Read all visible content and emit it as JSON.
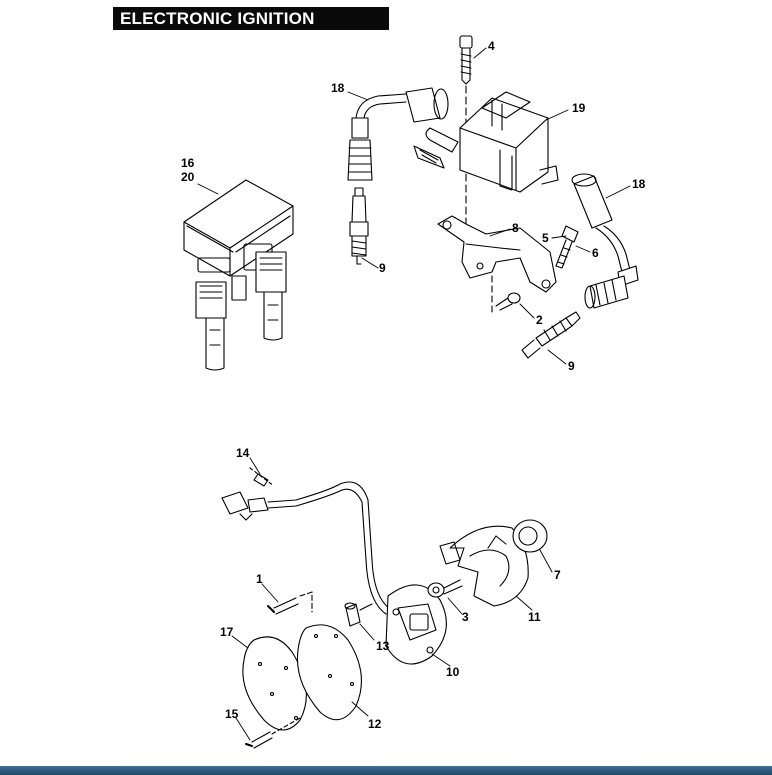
{
  "title": "ELECTRONIC IGNITION SYSTEM",
  "labels": [
    "1",
    "2",
    "3",
    "4",
    "5",
    "6",
    "7",
    "8",
    "9",
    "9",
    "10",
    "11",
    "12",
    "13",
    "14",
    "15",
    "16",
    "17",
    "18",
    "18",
    "19",
    "20"
  ],
  "colors": {
    "title_bg": "#0a0a0a",
    "title_text": "#ffffff",
    "footer": "#2c5a7e"
  }
}
